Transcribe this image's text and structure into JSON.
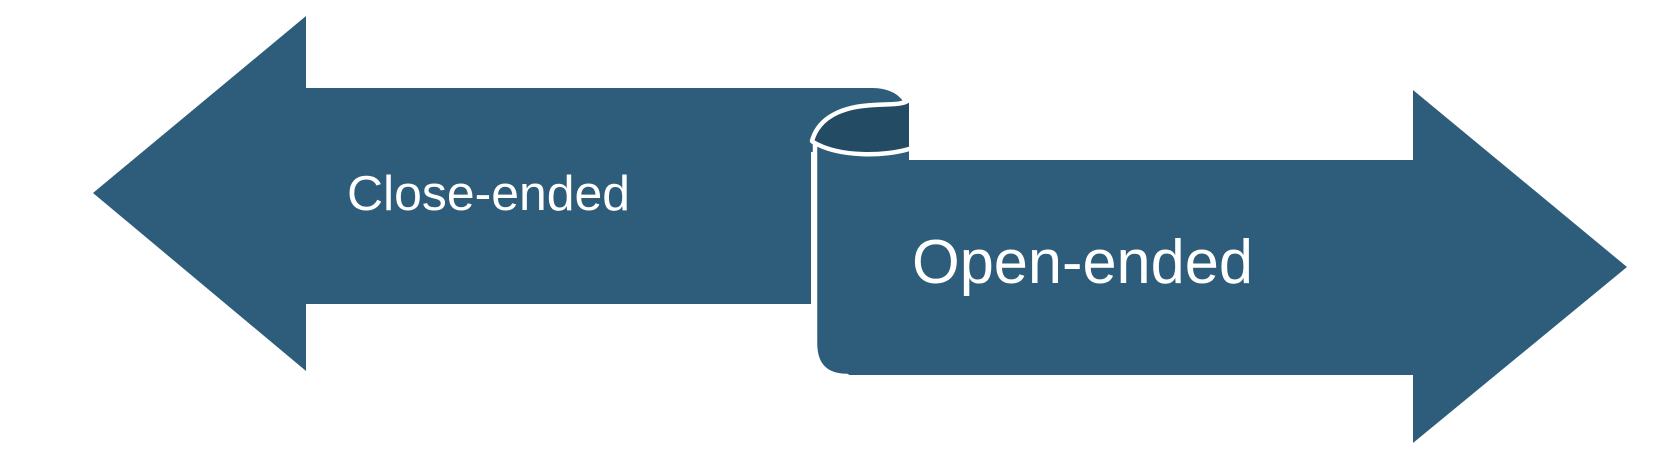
{
  "diagram": {
    "background_color": "#ffffff",
    "arrow_fill": "#2e5d7c",
    "fold_inner_fill": "#234b64",
    "outline_color": "#ffffff",
    "label_color": "#ffffff",
    "left_arrow": {
      "label": "Close-ended",
      "direction": "left"
    },
    "right_arrow": {
      "label": "Open-ended",
      "direction": "right"
    }
  }
}
